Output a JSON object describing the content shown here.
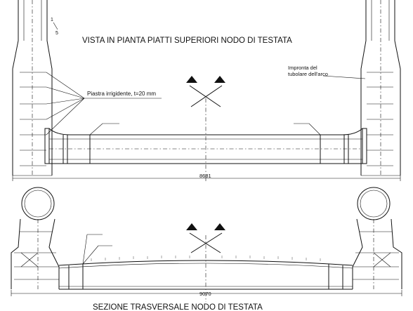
{
  "plan_view": {
    "title": "VISTA IN PIANTA PIATTI SUPERIORI NODO DI TESTATA",
    "label_stiffener": "Piastra irrigidente, t=20 mm",
    "label_arch_imprint_line1": "Impronta del",
    "label_arch_imprint_line2": "tubolare dell'arco",
    "dimension": "8681",
    "section_marker_number": "1",
    "section_marker_sub": "5"
  },
  "section_view": {
    "title": "SEZIONE TRASVERSALE NODO DI TESTATA",
    "dimension": "9070"
  },
  "colors": {
    "line": "#111111",
    "background": "#ffffff"
  }
}
